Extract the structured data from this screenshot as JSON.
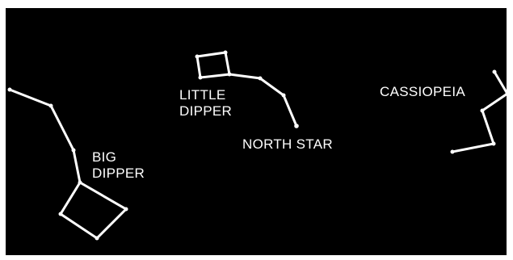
{
  "sky_color": "#000000",
  "star_color": "#ffffff",
  "constellations": [
    {
      "id": "big-dipper",
      "lines": [
        "BIG",
        "DIPPER"
      ]
    },
    {
      "id": "little-dipper",
      "lines": [
        "LITTLE",
        "DIPPER"
      ]
    },
    {
      "id": "north-star",
      "lines": [
        "NORTH STAR"
      ]
    },
    {
      "id": "cassiopeia",
      "lines": [
        "CASSIOPEIA"
      ]
    }
  ]
}
